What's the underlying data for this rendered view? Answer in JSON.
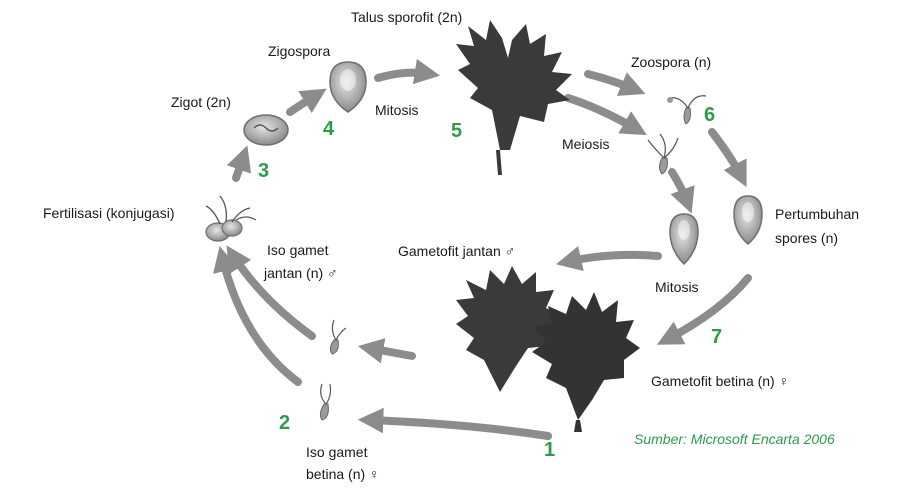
{
  "labels": {
    "talus_sporofit": "Talus sporofit (2n)",
    "zigospora": "Zigospora",
    "zoospora": "Zoospora (n)",
    "zigot": "Zigot (2n)",
    "mitosis_top": "Mitosis",
    "meiosis": "Meiosis",
    "fertilisasi": "Fertilisasi (konjugasi)",
    "pertumbuhan_line1": "Pertumbuhan",
    "pertumbuhan_line2": "spores (n)",
    "iso_jantan_line1": "Iso gamet",
    "iso_jantan_line2": "jantan (n) ♂",
    "gametofit_jantan": "Gametofit jantan ♂",
    "mitosis_right": "Mitosis",
    "gametofit_betina": "Gametofit betina (n) ♀",
    "iso_betina_line1": "Iso gamet",
    "iso_betina_line2": "betina (n) ♀"
  },
  "steps": {
    "s1": "1",
    "s2": "2",
    "s3": "3",
    "s4": "4",
    "s5": "5",
    "s6": "6",
    "s7": "7"
  },
  "source": "Sumber: Microsoft Encarta 2006",
  "colors": {
    "arrow": "#8c8c8c",
    "thallus": "#3a3a3a",
    "cell": "#9a9a9a",
    "accent": "#2e9a4c"
  }
}
